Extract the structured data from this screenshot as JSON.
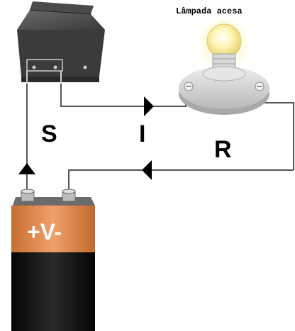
{
  "caption": {
    "lamp_state": "Lâmpada acesa"
  },
  "labels": {
    "switch": "S",
    "current": "I",
    "resistance": "R"
  },
  "battery": {
    "label": "+V-"
  },
  "components": {
    "switch_icon": "rocker-switch-icon",
    "lamp_icon": "light-bulb-icon",
    "battery_icon": "battery-icon"
  },
  "colors": {
    "wire": "#555555",
    "arrow": "#000000",
    "battery_body": "#111111",
    "battery_label": "#d9844a",
    "switch_body": "#3b3b3b",
    "bulb_glow": "#fff3a0",
    "lamp_base": "#d4d4d4"
  }
}
